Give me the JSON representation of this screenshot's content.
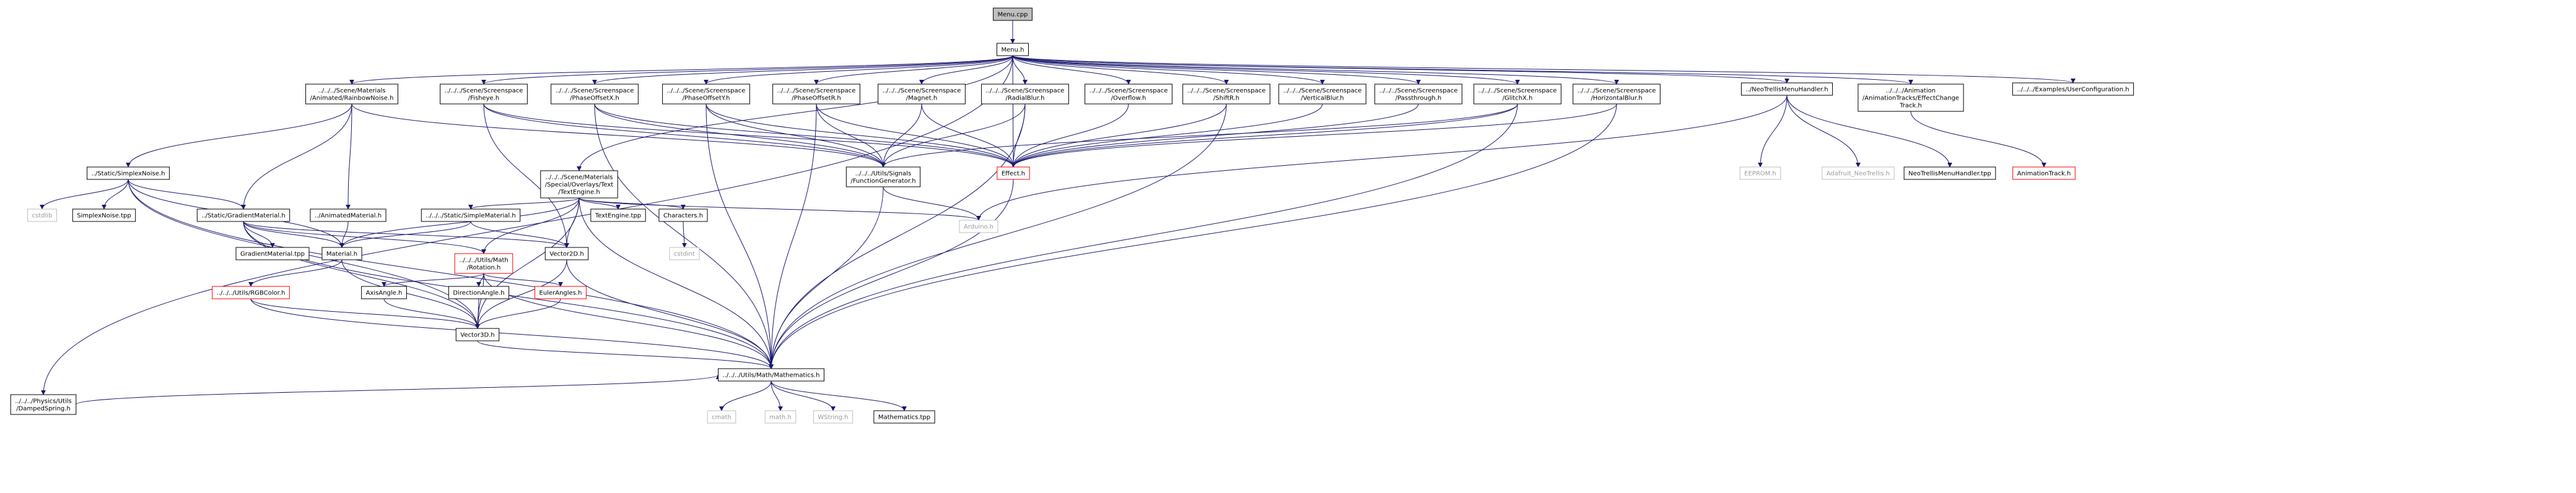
{
  "colors": {
    "edge": "#191970",
    "border": "#000000",
    "missing": "#bfbfbf",
    "broken": "#ff0000",
    "root_fill": "#bfbfbf",
    "fill": "#ffffff"
  },
  "nodes": [
    {
      "id": "menu_cpp",
      "label": "Menu.cpp",
      "kind": "root"
    },
    {
      "id": "menu_h",
      "label": "Menu.h",
      "kind": "normal"
    },
    {
      "id": "rainbow",
      "label": "../../../Scene/Materials\n/Animated/RainbowNoise.h",
      "kind": "normal"
    },
    {
      "id": "fisheye",
      "label": "../../../Scene/Screenspace\n/Fisheye.h",
      "kind": "normal"
    },
    {
      "id": "phasex",
      "label": "../../../Scene/Screenspace\n/PhaseOffsetX.h",
      "kind": "normal"
    },
    {
      "id": "phasey",
      "label": "../../../Scene/Screenspace\n/PhaseOffsetY.h",
      "kind": "normal"
    },
    {
      "id": "phaser",
      "label": "../../../Scene/Screenspace\n/PhaseOffsetR.h",
      "kind": "normal"
    },
    {
      "id": "magnet",
      "label": "../../../Scene/Screenspace\n/Magnet.h",
      "kind": "normal"
    },
    {
      "id": "radial",
      "label": "../../../Scene/Screenspace\n/RadialBlur.h",
      "kind": "normal"
    },
    {
      "id": "overflow",
      "label": "../../../Scene/Screenspace\n/Overflow.h",
      "kind": "normal"
    },
    {
      "id": "shiftr",
      "label": "../../../Scene/Screenspace\n/ShiftR.h",
      "kind": "normal"
    },
    {
      "id": "vblur",
      "label": "../../../Scene/Screenspace\n/VerticalBlur.h",
      "kind": "normal"
    },
    {
      "id": "passthrough",
      "label": "../../../Scene/Screenspace\n/Passthrough.h",
      "kind": "normal"
    },
    {
      "id": "glitchx",
      "label": "../../../Scene/Screenspace\n/GlitchX.h",
      "kind": "normal"
    },
    {
      "id": "hblur",
      "label": "../../../Scene/Screenspace\n/HorizontalBlur.h",
      "kind": "normal"
    },
    {
      "id": "neotrellis",
      "label": "../NeoTrellisMenuHandler.h",
      "kind": "normal"
    },
    {
      "id": "effectchange",
      "label": "../../../Animation\n/AnimationTracks/EffectChange\nTrack.h",
      "kind": "normal"
    },
    {
      "id": "userconfig",
      "label": "../../../Examples/UserConfiguration.h",
      "kind": "normal"
    },
    {
      "id": "damped",
      "label": "../../../Physics/Utils\n/DampedSpring.h",
      "kind": "normal"
    },
    {
      "id": "simplex",
      "label": "../Static/SimplexNoise.h",
      "kind": "normal"
    },
    {
      "id": "textengine",
      "label": "../../../Scene/Materials\n/Special/Overlays/Text\n/TextEngine.h",
      "kind": "normal"
    },
    {
      "id": "funcgen",
      "label": "../../../Utils/Signals\n/FunctionGenerator.h",
      "kind": "normal"
    },
    {
      "id": "effect",
      "label": "Effect.h",
      "kind": "broken"
    },
    {
      "id": "eeprom",
      "label": "EEPROM.h",
      "kind": "missing"
    },
    {
      "id": "adafruit",
      "label": "Adafruit_NeoTrellis.h",
      "kind": "missing"
    },
    {
      "id": "neotpp",
      "label": "NeoTrellisMenuHandler.tpp",
      "kind": "normal"
    },
    {
      "id": "animtrack",
      "label": "AnimationTrack.h",
      "kind": "broken"
    },
    {
      "id": "cstdlib",
      "label": "cstdlib",
      "kind": "missing"
    },
    {
      "id": "simplextpp",
      "label": "SimplexNoise.tpp",
      "kind": "normal"
    },
    {
      "id": "gradient",
      "label": "../Static/GradientMaterial.h",
      "kind": "normal"
    },
    {
      "id": "animmat",
      "label": "../AnimatedMaterial.h",
      "kind": "normal"
    },
    {
      "id": "simplemat",
      "label": "../../../Static/SimpleMaterial.h",
      "kind": "normal"
    },
    {
      "id": "texttpp",
      "label": "TextEngine.tpp",
      "kind": "normal"
    },
    {
      "id": "characters",
      "label": "Characters.h",
      "kind": "normal"
    },
    {
      "id": "arduino",
      "label": "Arduino.h",
      "kind": "missing"
    },
    {
      "id": "gradtpp",
      "label": "GradientMaterial.tpp",
      "kind": "normal"
    },
    {
      "id": "material",
      "label": "Material.h",
      "kind": "normal"
    },
    {
      "id": "rotation",
      "label": "../../../Utils/Math\n/Rotation.h",
      "kind": "broken"
    },
    {
      "id": "vector2d",
      "label": "Vector2D.h",
      "kind": "normal"
    },
    {
      "id": "cstdint",
      "label": "cstdint",
      "kind": "missing"
    },
    {
      "id": "rgbcolor",
      "label": "../../../Utils/RGBColor.h",
      "kind": "broken"
    },
    {
      "id": "axisangle",
      "label": "AxisAngle.h",
      "kind": "normal"
    },
    {
      "id": "dirangle",
      "label": "DirectionAngle.h",
      "kind": "normal"
    },
    {
      "id": "euler",
      "label": "EulerAngles.h",
      "kind": "broken"
    },
    {
      "id": "vector3d",
      "label": "Vector3D.h",
      "kind": "normal"
    },
    {
      "id": "mathematics",
      "label": "../../../Utils/Math/Mathematics.h",
      "kind": "normal"
    },
    {
      "id": "cmath",
      "label": "cmath",
      "kind": "missing"
    },
    {
      "id": "math_h",
      "label": "math.h",
      "kind": "missing"
    },
    {
      "id": "wstring",
      "label": "WString.h",
      "kind": "missing"
    },
    {
      "id": "mathtpp",
      "label": "Mathematics.tpp",
      "kind": "normal"
    }
  ],
  "edges": [
    [
      "menu_cpp",
      "menu_h"
    ],
    [
      "menu_h",
      "rainbow"
    ],
    [
      "menu_h",
      "fisheye"
    ],
    [
      "menu_h",
      "phasex"
    ],
    [
      "menu_h",
      "phasey"
    ],
    [
      "menu_h",
      "phaser"
    ],
    [
      "menu_h",
      "magnet"
    ],
    [
      "menu_h",
      "radial"
    ],
    [
      "menu_h",
      "overflow"
    ],
    [
      "menu_h",
      "shiftr"
    ],
    [
      "menu_h",
      "vblur"
    ],
    [
      "menu_h",
      "passthrough"
    ],
    [
      "menu_h",
      "glitchx"
    ],
    [
      "menu_h",
      "hblur"
    ],
    [
      "menu_h",
      "neotrellis"
    ],
    [
      "menu_h",
      "effectchange"
    ],
    [
      "menu_h",
      "userconfig"
    ],
    [
      "menu_h",
      "damped"
    ],
    [
      "menu_h",
      "textengine"
    ],
    [
      "menu_h",
      "effect"
    ],
    [
      "rainbow",
      "simplex"
    ],
    [
      "rainbow",
      "gradient"
    ],
    [
      "rainbow",
      "animmat"
    ],
    [
      "rainbow",
      "funcgen"
    ],
    [
      "fisheye",
      "effect"
    ],
    [
      "fisheye",
      "funcgen"
    ],
    [
      "fisheye",
      "vector2d"
    ],
    [
      "phasex",
      "effect"
    ],
    [
      "phasex",
      "funcgen"
    ],
    [
      "phasex",
      "mathematics"
    ],
    [
      "phasey",
      "effect"
    ],
    [
      "phasey",
      "funcgen"
    ],
    [
      "phasey",
      "mathematics"
    ],
    [
      "phaser",
      "effect"
    ],
    [
      "phaser",
      "funcgen"
    ],
    [
      "phaser",
      "mathematics"
    ],
    [
      "magnet",
      "effect"
    ],
    [
      "magnet",
      "funcgen"
    ],
    [
      "radial",
      "effect"
    ],
    [
      "radial",
      "funcgen"
    ],
    [
      "radial",
      "mathematics"
    ],
    [
      "overflow",
      "effect"
    ],
    [
      "shiftr",
      "effect"
    ],
    [
      "shiftr",
      "mathematics"
    ],
    [
      "vblur",
      "effect"
    ],
    [
      "passthrough",
      "effect"
    ],
    [
      "glitchx",
      "effect"
    ],
    [
      "glitchx",
      "funcgen"
    ],
    [
      "glitchx",
      "mathematics"
    ],
    [
      "hblur",
      "effect"
    ],
    [
      "hblur",
      "mathematics"
    ],
    [
      "neotrellis",
      "eeprom"
    ],
    [
      "neotrellis",
      "adafruit"
    ],
    [
      "neotrellis",
      "neotpp"
    ],
    [
      "neotrellis",
      "arduino"
    ],
    [
      "effectchange",
      "animtrack"
    ],
    [
      "damped",
      "mathematics"
    ],
    [
      "simplex",
      "cstdlib"
    ],
    [
      "simplex",
      "simplextpp"
    ],
    [
      "simplex",
      "gradient"
    ],
    [
      "simplex",
      "material"
    ],
    [
      "simplex",
      "mathematics"
    ],
    [
      "simplex",
      "vector3d"
    ],
    [
      "textengine",
      "texttpp"
    ],
    [
      "textengine",
      "characters"
    ],
    [
      "textengine",
      "simplemat"
    ],
    [
      "textengine",
      "arduino"
    ],
    [
      "textengine",
      "material"
    ],
    [
      "textengine",
      "rotation"
    ],
    [
      "textengine",
      "vector2d"
    ],
    [
      "textengine",
      "vector3d"
    ],
    [
      "textengine",
      "mathematics"
    ],
    [
      "funcgen",
      "arduino"
    ],
    [
      "funcgen",
      "mathematics"
    ],
    [
      "effect",
      "mathematics"
    ],
    [
      "gradient",
      "gradtpp"
    ],
    [
      "gradient",
      "material"
    ],
    [
      "gradient",
      "rotation"
    ],
    [
      "gradient",
      "vector2d"
    ],
    [
      "gradient",
      "mathematics"
    ],
    [
      "gradient",
      "vector3d"
    ],
    [
      "animmat",
      "material"
    ],
    [
      "simplemat",
      "material"
    ],
    [
      "simplemat",
      "vector2d"
    ],
    [
      "characters",
      "cstdint"
    ],
    [
      "material",
      "rgbcolor"
    ],
    [
      "material",
      "vector3d"
    ],
    [
      "rotation",
      "axisangle"
    ],
    [
      "rotation",
      "dirangle"
    ],
    [
      "rotation",
      "euler"
    ],
    [
      "rotation",
      "vector3d"
    ],
    [
      "rotation",
      "mathematics"
    ],
    [
      "vector2d",
      "vector3d"
    ],
    [
      "vector2d",
      "mathematics"
    ],
    [
      "rgbcolor",
      "vector3d"
    ],
    [
      "rgbcolor",
      "mathematics"
    ],
    [
      "axisangle",
      "vector3d"
    ],
    [
      "dirangle",
      "vector3d"
    ],
    [
      "euler",
      "vector3d"
    ],
    [
      "vector3d",
      "mathematics"
    ],
    [
      "mathematics",
      "cmath"
    ],
    [
      "mathematics",
      "math_h"
    ],
    [
      "mathematics",
      "wstring"
    ],
    [
      "mathematics",
      "mathtpp"
    ]
  ]
}
